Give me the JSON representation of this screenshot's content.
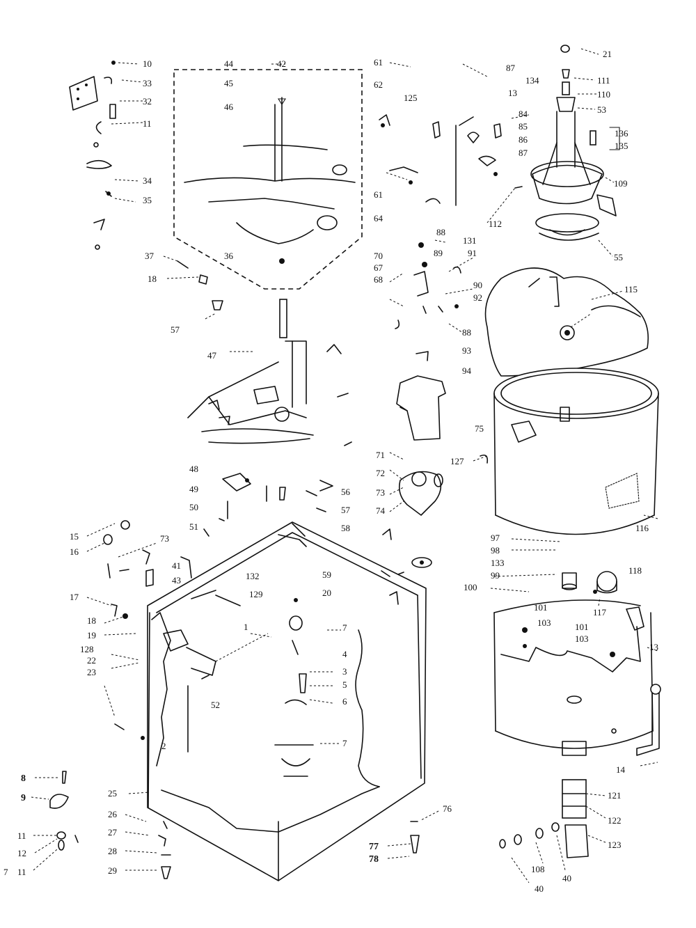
{
  "diagram": {
    "callouts": {
      "c10": "10",
      "c33": "33",
      "c32": "32",
      "c11a": "11",
      "c34": "34",
      "c35": "35",
      "c37": "37",
      "c18a": "18",
      "c57": "57",
      "c47": "47",
      "c44": "44",
      "c42": "42",
      "c45": "45",
      "c46": "46",
      "c36": "36",
      "c61a": "61",
      "c62": "62",
      "c61b": "61",
      "c64": "64",
      "c125": "125",
      "c70": "70",
      "c67": "67",
      "c68": "68",
      "c13a": "13",
      "c87a": "87",
      "c84": "84",
      "c85": "85",
      "c86": "86",
      "c87b": "87",
      "c21": "21",
      "c111": "111",
      "c134": "134",
      "c110": "110",
      "c53": "53",
      "c136": "136",
      "c135": "135",
      "c109": "109",
      "c112": "112",
      "c55": "55",
      "c88": "88",
      "c89": "89",
      "c131": "131",
      "c91": "91",
      "c90": "90",
      "c92": "92",
      "c88b": "88",
      "c93": "93",
      "c94": "94",
      "c115": "115",
      "c75": "75",
      "c127": "127",
      "c116": "116",
      "c48": "48",
      "c49": "49",
      "c50": "50",
      "c51": "51",
      "c56": "56",
      "c57b": "57",
      "c58": "58",
      "c71": "71",
      "c72": "72",
      "c73b": "73",
      "c74": "74",
      "c15": "15",
      "c16": "16",
      "c73": "73",
      "c41": "41",
      "c43": "43",
      "c132": "132",
      "c129": "129",
      "c59": "59",
      "c20": "20",
      "c17": "17",
      "c18": "18",
      "c19": "19",
      "c128": "128",
      "c22": "22",
      "c23": "23",
      "c1": "1",
      "c7a": "7",
      "c4": "4",
      "c3": "3",
      "c5": "5",
      "c6": "6",
      "c7b": "7",
      "c52": "52",
      "c2": "2",
      "c97": "97",
      "c98": "98",
      "c133": "133",
      "c99": "99",
      "c100": "100",
      "c118": "118",
      "c117": "117",
      "c101a": "101",
      "c103a": "103",
      "c101b": "101",
      "c103b": "103",
      "c13b": "13",
      "c14": "14",
      "c8": "8",
      "c9": "9",
      "c11b": "11",
      "c12": "12",
      "c11c": "11",
      "c7c": "7",
      "c25": "25",
      "c26": "26",
      "c27": "27",
      "c28": "28",
      "c29": "29",
      "c76": "76",
      "c77": "77",
      "c78": "78",
      "c121": "121",
      "c122": "122",
      "c123": "123",
      "c108": "108",
      "c40a": "40",
      "c40b": "40"
    }
  }
}
